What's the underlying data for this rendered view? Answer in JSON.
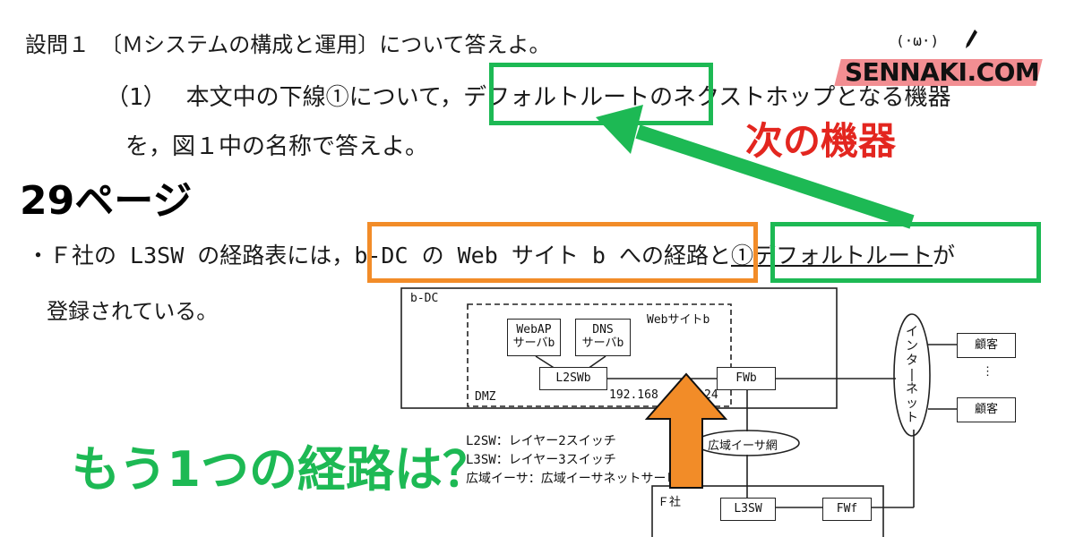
{
  "question": {
    "title": "設問１　〔Ｍシステムの構成と運用〕について答えよ。",
    "sub_number": "（1）",
    "line1_a": "本文中の下線①について，",
    "line1_highlight": "デフォルトルート",
    "line1_b": "のネクストホップとなる機器",
    "line2": "を，図１中の名称で答えよ。"
  },
  "page_ref": "29ページ",
  "body": {
    "line1_a": "・Ｆ社の L3SW の経路表には，",
    "line1_highlight": "b-DC の Web サイト b への経路",
    "line1_b": "と",
    "line1_underlined": "①デフォルトルート",
    "line1_c": "が",
    "line2": "登録されている。"
  },
  "annotations": {
    "next_device": "次の機器",
    "other_route": "もう1つの経路は？"
  },
  "logo": {
    "face": "(·ω·)",
    "text": "SENNAKI.COM"
  },
  "diagram": {
    "bdc_label": "b-DC",
    "website_label": "Webサイトb",
    "webap": "WebAP\nサーバb",
    "dns": "DNS\nサーバb",
    "l2sw": "L2SWb",
    "dmz": "DMZ",
    "ip": "192.168",
    "ip_tail": "24",
    "fwb": "FWb",
    "internet": "イ\nン\nタ\n|\nネ\nッ\nト",
    "customer1": "顧客",
    "ellipsis": "⋮",
    "customer2": "顧客",
    "wan": "広域イーサ網",
    "legend1": "L2SW：レイヤー2スイッチ",
    "legend2": "L3SW：レイヤー3スイッチ",
    "legend3": "広域イーサ：広域イーサネットサービス網",
    "fcompany": "Ｆ社",
    "l3sw": "L3SW",
    "fwf": "FWf"
  },
  "colors": {
    "green": "#1db954",
    "orange": "#f28c28",
    "red": "#e3261f",
    "logo_band": "#f07a7f"
  }
}
